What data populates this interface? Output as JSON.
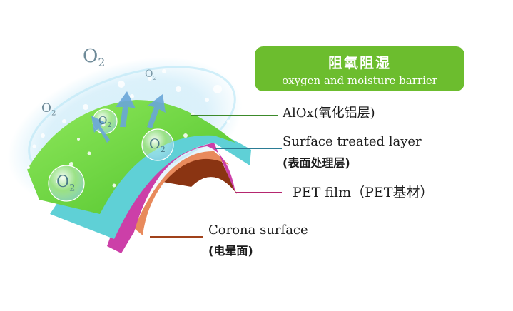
{
  "badge": {
    "title_zh": "阻氧阻湿",
    "title_en": "oxygen and moisture barrier",
    "color": "#6cbd2e"
  },
  "labels": {
    "alox": "AlOx(氧化铝层)",
    "surface_line1": "Surface treated layer",
    "surface_line2": "(表面处理层)",
    "pet": "PET film（PET基材）",
    "corona_line1": "Corona surface",
    "corona_line2": "(电晕面)"
  },
  "molecules": {
    "base": "O",
    "subscript": "2"
  },
  "layer_colors": {
    "green": "#66d63a",
    "teal": "#5fd0d6",
    "magenta": "#cc3fa8",
    "orange": "#e88a5c",
    "brown": "#8a3412"
  }
}
